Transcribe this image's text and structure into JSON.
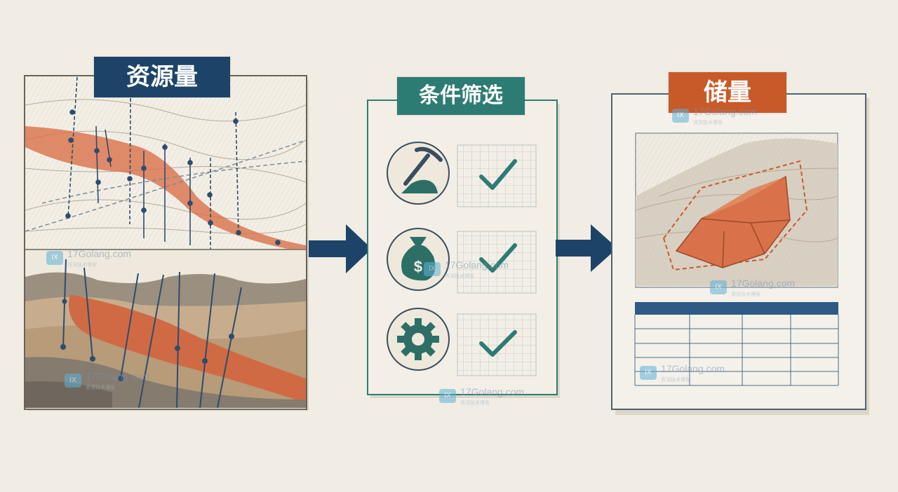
{
  "resource_title": "资源量",
  "filter_title": "条件筛选",
  "reserve_title": "储量",
  "watermark": {
    "text": "17Golang.com",
    "subtext": "资深技术博客"
  },
  "criteria": [
    {
      "icon": "pickaxe-ore-icon",
      "checked": true
    },
    {
      "icon": "money-bag-icon",
      "checked": true
    },
    {
      "icon": "gear-icon",
      "checked": true
    }
  ],
  "colors": {
    "navy": "#1d4468",
    "teal": "#2d7c74",
    "orange": "#c85a2a",
    "paper": "#f1ede4",
    "ore": "#d9714a"
  }
}
